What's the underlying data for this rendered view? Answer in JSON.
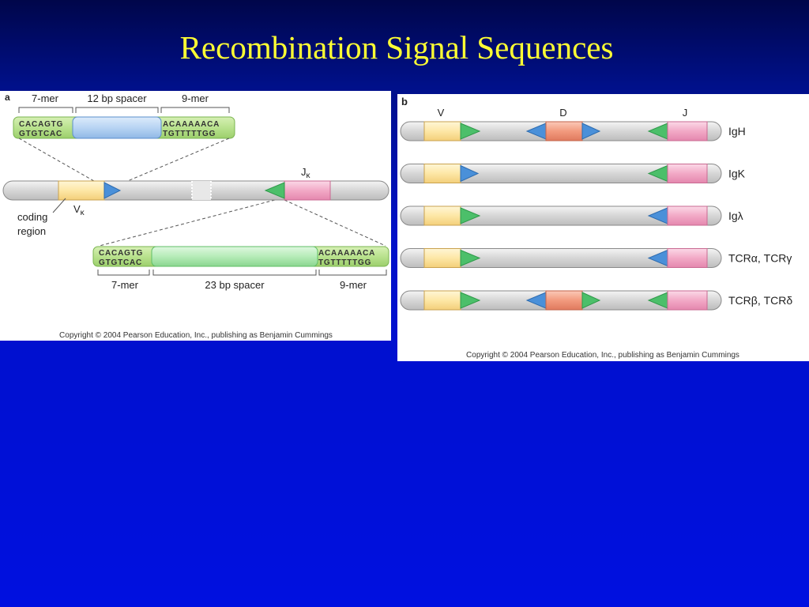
{
  "slide": {
    "title": "Recombination Signal Sequences"
  },
  "panel_a": {
    "letter": "a",
    "top_labels": [
      "7-mer",
      "12 bp spacer",
      "9-mer"
    ],
    "top_seq": {
      "hept_top": "CACAGTG",
      "hept_bot": "GTGTCAC",
      "non_top": "ACAAAAACA",
      "non_bot": "TGTTTTTGG"
    },
    "bottom_seq": {
      "hept_top": "CACAGTG",
      "hept_bot": "GTGTCAC",
      "non_top": "ACAAAAACA",
      "non_bot": "TGTTTTTGG"
    },
    "bottom_labels": [
      "7-mer",
      "23 bp spacer",
      "9-mer"
    ],
    "v_label": "V",
    "v_sub": "κ",
    "j_label": "J",
    "j_sub": "κ",
    "coding_line1": "coding",
    "coding_line2": "region",
    "copyright": "Copyright © 2004 Pearson Education, Inc., publishing as Benjamin Cummings"
  },
  "panel_b": {
    "letter": "b",
    "v_label": "V",
    "d_label": "D",
    "j_label": "J",
    "rows": [
      {
        "label": "IgH",
        "has_d": true
      },
      {
        "label": "IgK",
        "has_d": false
      },
      {
        "label": "Igλ",
        "has_d": false
      },
      {
        "label": "TCRα, TCRγ",
        "has_d": false
      },
      {
        "label": "TCRβ, TCRδ",
        "has_d": true
      }
    ],
    "copyright": "Copyright © 2004 Pearson Education, Inc., publishing as Benjamin Cummings"
  },
  "colors": {
    "background": "#0010e0",
    "title": "#ffff33",
    "v_segment": "#fde7a6",
    "d_segment": "#f29a7e",
    "j_segment": "#f2a9c6",
    "spacer_12": "#b8d4f3",
    "spacer_23": "#b6ecb8",
    "rss_seq": "#b9e28e",
    "triangle_blue": "#4a90d9",
    "triangle_green": "#4cbf6a",
    "chromosome": "#d9d9d9"
  }
}
